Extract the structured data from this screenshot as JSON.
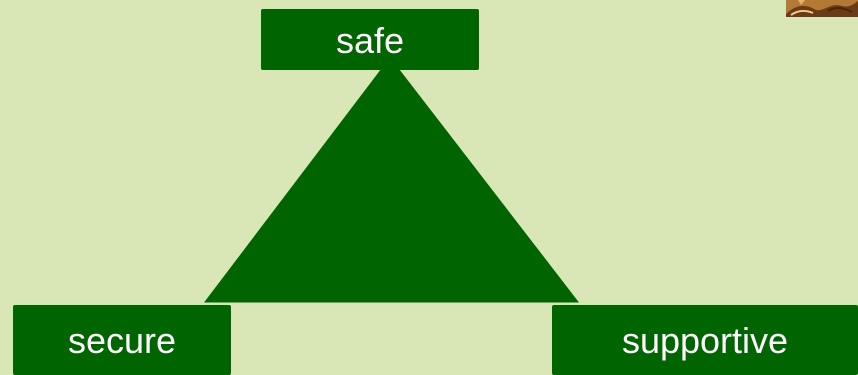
{
  "diagram": {
    "top_label": "safe",
    "left_label": "secure",
    "right_label": "supportive",
    "colors": {
      "background": "#d9e6b5",
      "shape": "#006400",
      "text": "#ffffff"
    },
    "corner_image": "partial-photo"
  }
}
